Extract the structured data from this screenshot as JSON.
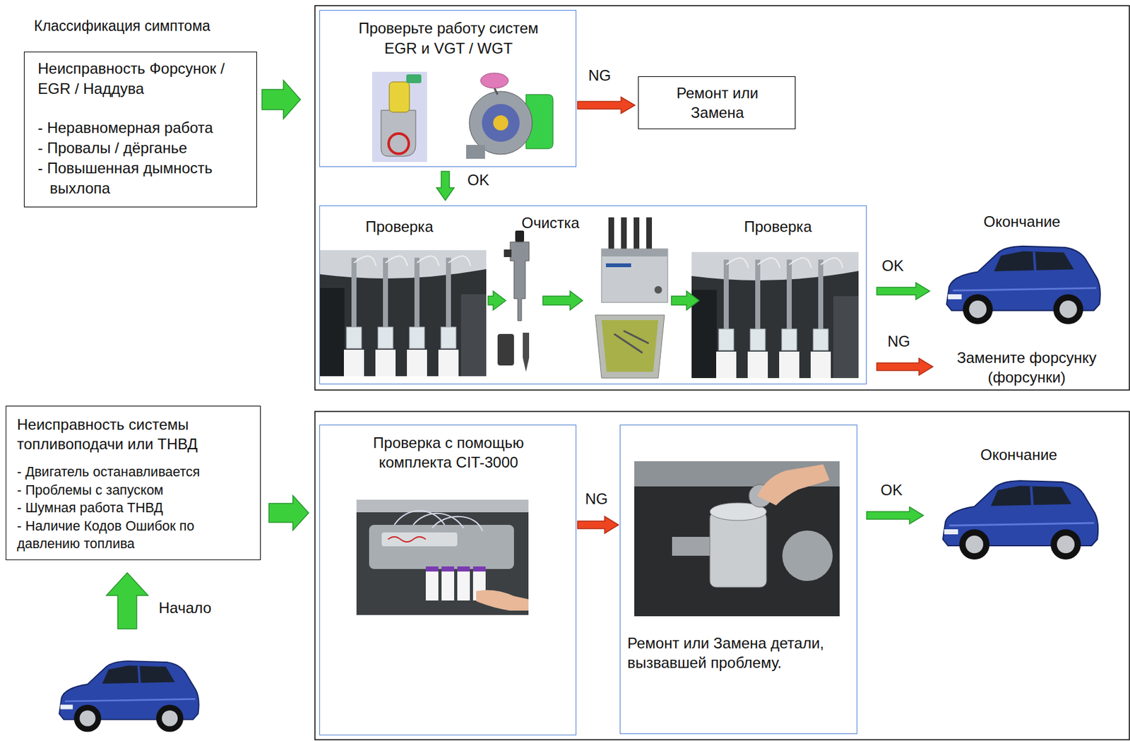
{
  "diagram": {
    "nodes": [
      {
        "text": [
          "Неисправность Форсунок / EGR / Наддува",
          "- Неравномерная работа",
          "- Провалы / дёрганье",
          "- Повышенная дымность выхлопа"
        ]
      },
      {
        "text": [
          "Проверьте работу систем EGR и VGT / WGT"
        ]
      },
      {
        "text": [
          "Ремонт или Замена"
        ]
      },
      {
        "text": [
          "Проверка",
          "Очистка",
          "Проверка"
        ]
      },
      {
        "text": [
          "Окончание"
        ]
      },
      {
        "text": [
          "Замените форсунку (форсунки)"
        ]
      },
      {
        "text": [
          "Неисправность системы топливоподачи или ТНВД",
          "- Двигатель останавливается",
          "- Проблемы с запуском",
          "- Шумная работа ТНВД",
          "- Наличие Кодов Ошибок по давлению топлива"
        ]
      },
      {
        "text": [
          "Проверка с помощью комплекта CIT-3000"
        ]
      },
      {
        "text": [
          "Ремонт или Замена детали, вызвавшей проблему."
        ]
      },
      {
        "text": [
          "Окончание"
        ]
      }
    ],
    "edges": [
      {
        "from": 0,
        "to": 1,
        "arrow": "to"
      },
      {
        "from": 1,
        "to": 2,
        "label": "NG",
        "arrow": "to"
      },
      {
        "from": 1,
        "to": 3,
        "label": "OK",
        "arrow": "to"
      },
      {
        "from": 3,
        "to": 4,
        "label": "OK",
        "arrow": "to"
      },
      {
        "from": 3,
        "to": 5,
        "label": "NG",
        "arrow": "to"
      },
      {
        "from": 6,
        "to": 7,
        "arrow": "to"
      },
      {
        "from": 7,
        "to": 8,
        "label": "NG",
        "arrow": "to"
      },
      {
        "from": 8,
        "to": 9,
        "label": "OK",
        "arrow": "to"
      }
    ],
    "labels": [
      "Классификация симптома",
      "Начало"
    ]
  }
}
